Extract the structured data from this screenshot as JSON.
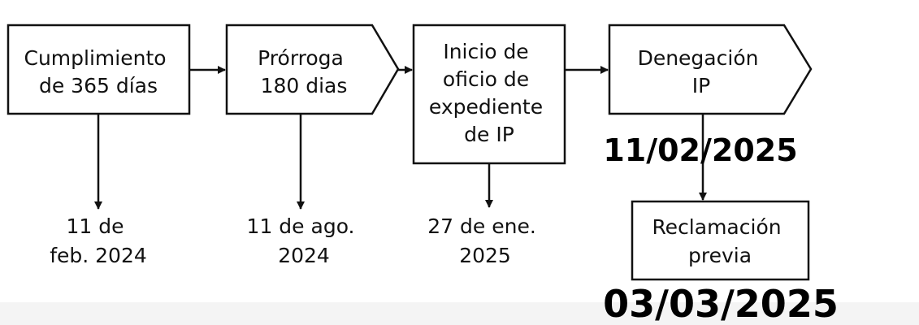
{
  "colors": {
    "stroke": "#111111",
    "background": "#ffffff",
    "bottom_band": "#f4f4f4"
  },
  "nodes": {
    "cumplimiento": {
      "lines": [
        "Cumplimiento",
        "de 365 días"
      ]
    },
    "prorroga": {
      "lines": [
        "Prórroga",
        "180 dias"
      ]
    },
    "inicio": {
      "lines": [
        "Inicio de",
        "oficio de",
        "expediente",
        "de IP"
      ]
    },
    "denegacion": {
      "lines": [
        "Denegación",
        "IP"
      ]
    },
    "reclamacion": {
      "lines": [
        "Reclamación",
        "previa"
      ]
    }
  },
  "dates": {
    "cumplimiento": {
      "lines": [
        "11 de",
        "feb. 2024"
      ]
    },
    "prorroga": {
      "lines": [
        "11 de ago.",
        "2024"
      ]
    },
    "inicio": {
      "lines": [
        "27 de ene.",
        "2025"
      ]
    },
    "denegacion": "11/02/2025",
    "reclamacion": "03/03/2025"
  }
}
